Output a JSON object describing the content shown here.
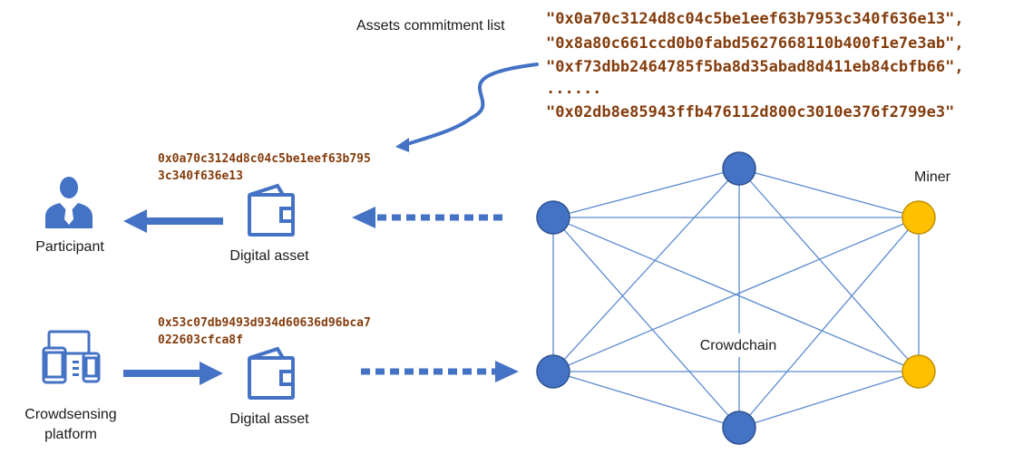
{
  "colors": {
    "primary_blue": "#4472c4",
    "node_blue": "#4472c4",
    "miner_yellow": "#ffc000",
    "hash_brown": "#843c0c",
    "edge_blue": "#5b8bd0"
  },
  "commitment": {
    "label": "Assets commitment list",
    "hashes": [
      "\"0x0a70c3124d8c04c5be1eef63b7953c340f636e13\",",
      "\"0x8a80c661ccd0b0fabd5627668110b400f1e7e3ab\",",
      "\"0xf73dbb2464785f5ba8d35abad8d411eb84cbfb66\",",
      "......",
      "\"0x02db8e85943ffb476112d800c3010e376f2799e3\""
    ]
  },
  "participant": {
    "label": "Participant",
    "icon": "person-icon"
  },
  "platform": {
    "label_line1": "Crowdsensing",
    "label_line2": "platform",
    "icon": "devices-icon"
  },
  "asset_top": {
    "label": "Digital asset",
    "hash_line1": "0x0a70c3124d8c04c5be1eef63b795",
    "hash_line2": "3c340f636e13",
    "icon": "wallet-icon"
  },
  "asset_bottom": {
    "label": "Digital asset",
    "hash_line1": "0x53c07db9493d934d60636d96bca7",
    "hash_line2": "022603cfca8f",
    "icon": "wallet-icon"
  },
  "network": {
    "label": "Crowdchain",
    "miner_label": "Miner"
  }
}
